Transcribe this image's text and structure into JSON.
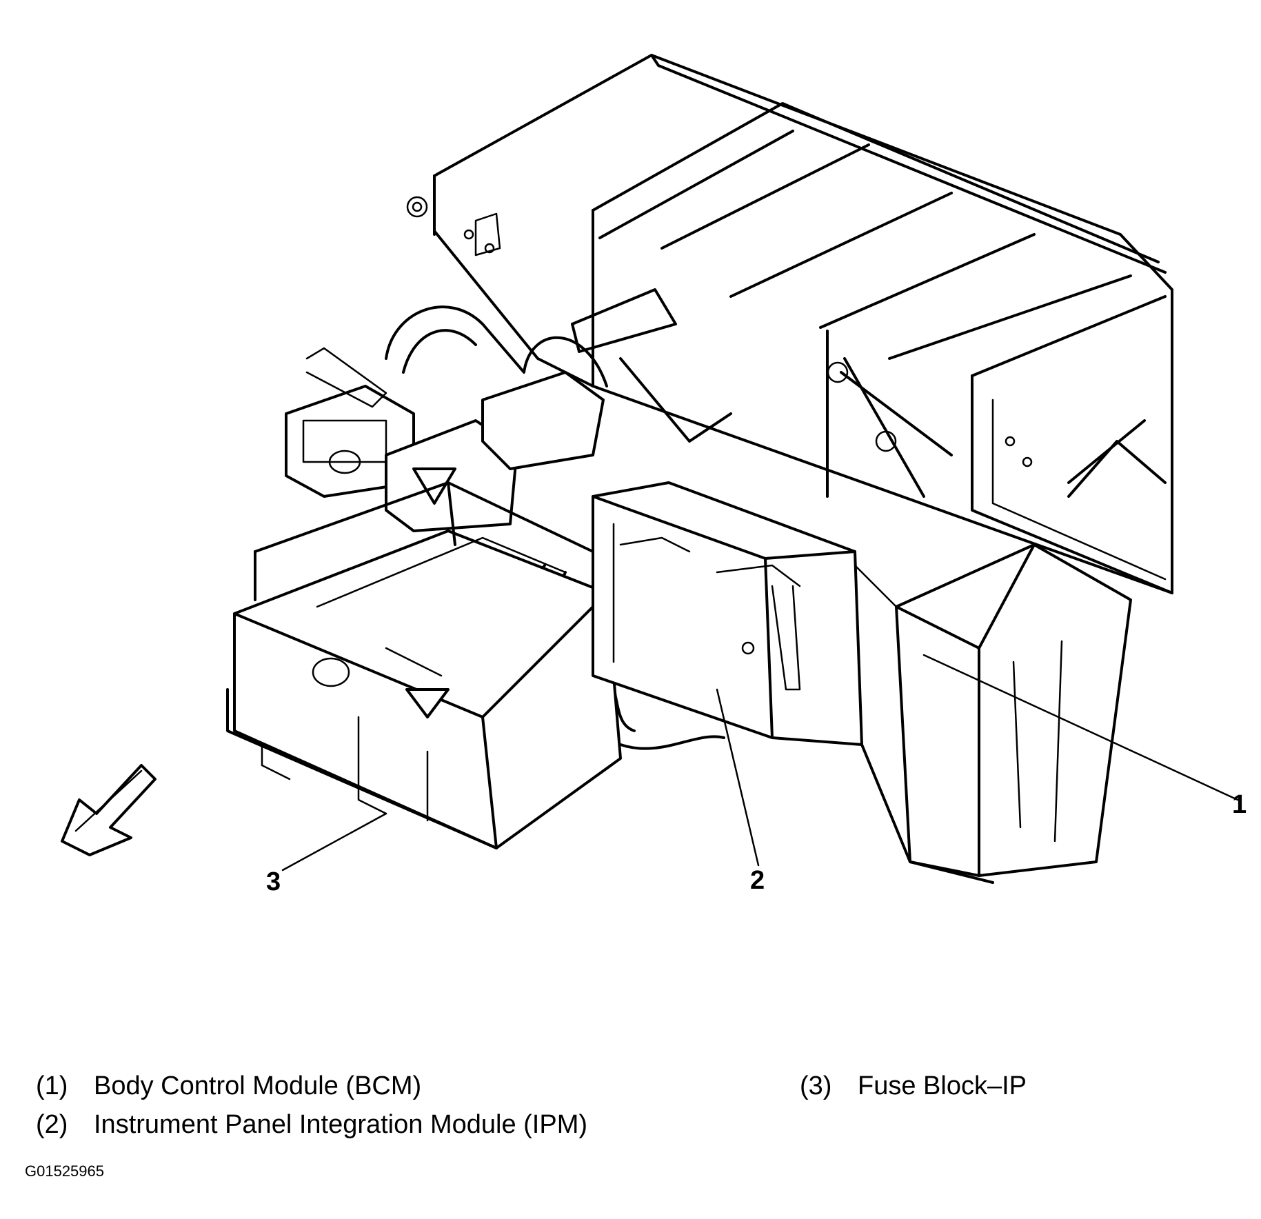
{
  "callouts": [
    {
      "id": 1,
      "label": "1"
    },
    {
      "id": 2,
      "label": "2"
    },
    {
      "id": 3,
      "label": "3"
    }
  ],
  "legend": [
    {
      "num": "(1)",
      "text": "Body Control Module (BCM)"
    },
    {
      "num": "(2)",
      "text": "Instrument Panel Integration Module (IPM)"
    },
    {
      "num": "(3)",
      "text": "Fuse Block–IP"
    }
  ],
  "figure_id": "G01525965"
}
